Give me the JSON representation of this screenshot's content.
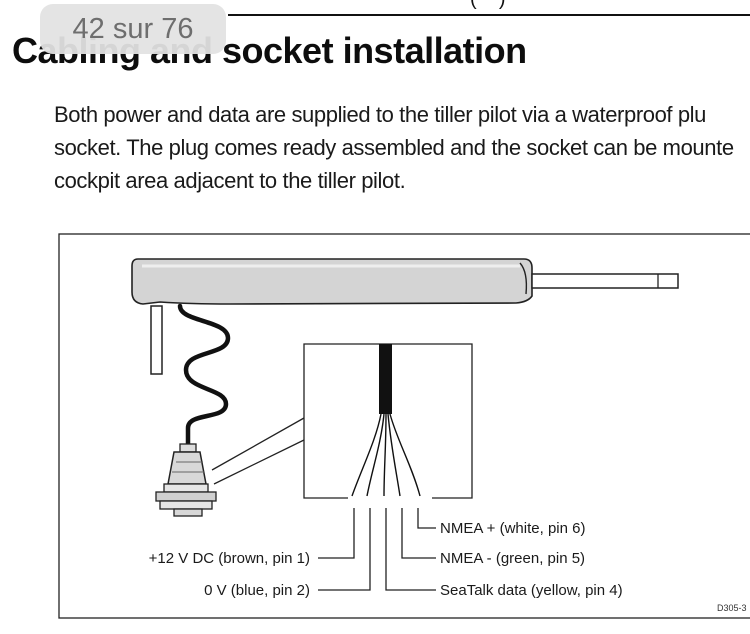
{
  "viewer": {
    "page_indicator": "42 sur 76"
  },
  "section": {
    "title": "Cabling and socket installation",
    "paragraph_lines": [
      "Both power and data are supplied to the tiller pilot via a waterproof plu",
      "socket. The plug comes ready assembled and the socket can be mounte",
      "cockpit area adjacent to the tiller pilot."
    ]
  },
  "figure": {
    "labels": {
      "nmea_plus": "NMEA + (white, pin 6)",
      "power": "+12 V DC (brown, pin 1)",
      "nmea_minus": "NMEA - (green, pin 5)",
      "ground": "0 V (blue, pin 2)",
      "seatalk": "SeaTalk data (yellow, pin 4)"
    },
    "drawing_code": "D305-3"
  },
  "colors": {
    "text": "#111111",
    "counter_bg": "#e2e2e2",
    "counter_text": "#6e6e6e",
    "pilot_body": "#d4d4d4"
  }
}
